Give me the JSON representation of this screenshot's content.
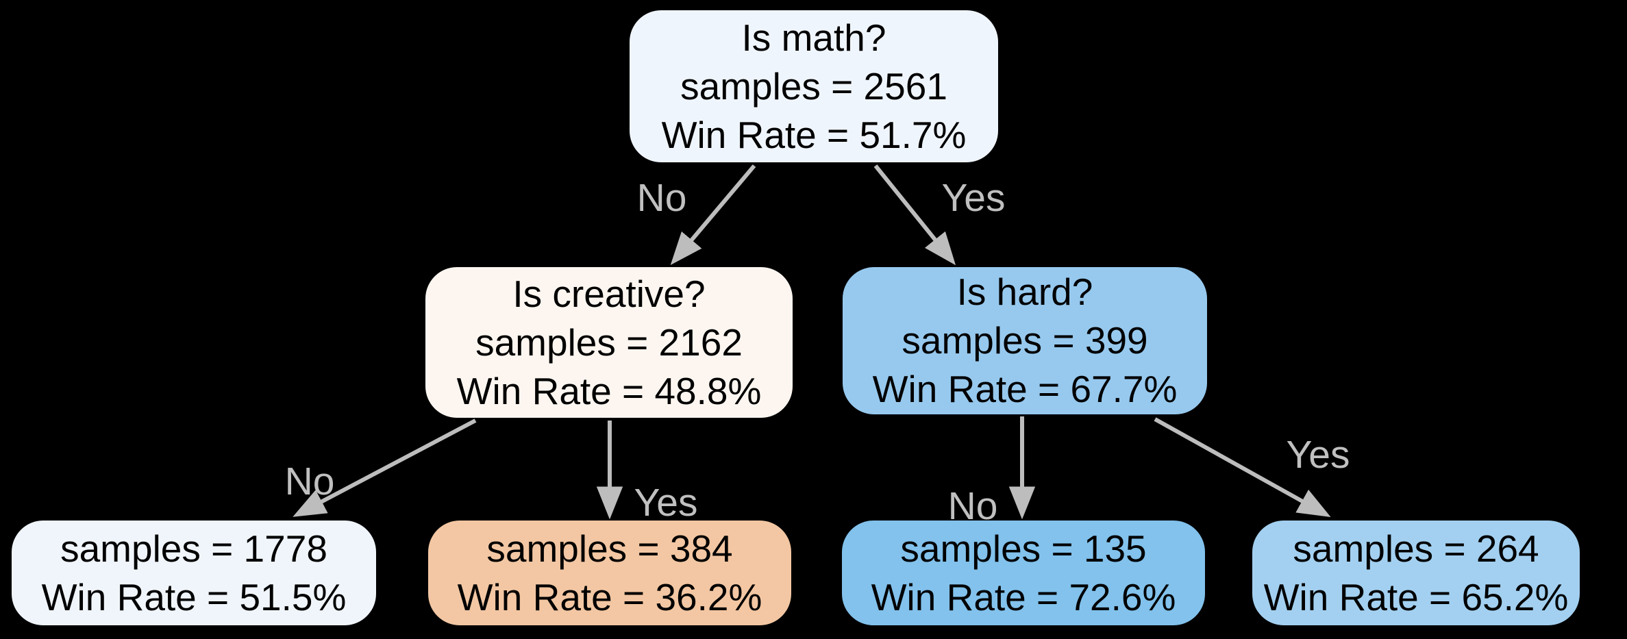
{
  "diagram": {
    "type": "decision-tree",
    "background_color": "#000000",
    "edge_color": "#bdbdbd",
    "edge_label_color": "#c0c0c0",
    "node_text_color": "#000000"
  },
  "nodes": [
    {
      "id": "root",
      "question": "Is math?",
      "samples": 2561,
      "win_rate_pct": 51.7,
      "samples_label": "samples = 2561",
      "win_rate_label": "Win Rate = 51.7%",
      "fill": "#eff5fc"
    },
    {
      "id": "creative",
      "question": "Is creative?",
      "samples": 2162,
      "win_rate_pct": 48.8,
      "samples_label": "samples = 2162",
      "win_rate_label": "Win Rate = 48.8%",
      "fill": "#fdf6f0"
    },
    {
      "id": "hard",
      "question": "Is hard?",
      "samples": 399,
      "win_rate_pct": 67.7,
      "samples_label": "samples = 399",
      "win_rate_label": "Win Rate = 67.7%",
      "fill": "#97c9ee"
    },
    {
      "id": "leaf-not-creative",
      "samples": 1778,
      "win_rate_pct": 51.5,
      "samples_label": "samples = 1778",
      "win_rate_label": "Win Rate = 51.5%",
      "fill": "#f0f5fb"
    },
    {
      "id": "leaf-creative",
      "samples": 384,
      "win_rate_pct": 36.2,
      "samples_label": "samples = 384",
      "win_rate_label": "Win Rate = 36.2%",
      "fill": "#f3c7a3"
    },
    {
      "id": "leaf-hard-no",
      "samples": 135,
      "win_rate_pct": 72.6,
      "samples_label": "samples = 135",
      "win_rate_label": "Win Rate = 72.6%",
      "fill": "#82c2ec"
    },
    {
      "id": "leaf-hard-yes",
      "samples": 264,
      "win_rate_pct": 65.2,
      "samples_label": "samples = 264",
      "win_rate_label": "Win Rate = 65.2%",
      "fill": "#a3d0f0"
    }
  ],
  "edges": [
    {
      "from": "root",
      "to": "creative",
      "label": "No"
    },
    {
      "from": "root",
      "to": "hard",
      "label": "Yes"
    },
    {
      "from": "creative",
      "to": "leaf-not-creative",
      "label": "No"
    },
    {
      "from": "creative",
      "to": "leaf-creative",
      "label": "Yes"
    },
    {
      "from": "hard",
      "to": "leaf-hard-no",
      "label": "No"
    },
    {
      "from": "hard",
      "to": "leaf-hard-yes",
      "label": "Yes"
    }
  ]
}
